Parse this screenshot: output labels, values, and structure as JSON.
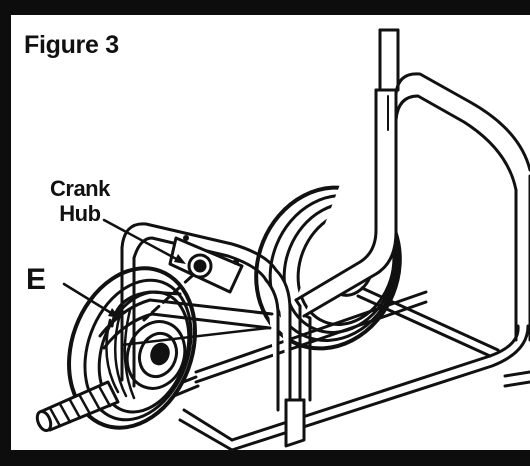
{
  "figure": {
    "title": "Figure 3",
    "labels": {
      "crank_hub_line1": "Crank",
      "crank_hub_line2": "Hub",
      "e": "E"
    }
  }
}
